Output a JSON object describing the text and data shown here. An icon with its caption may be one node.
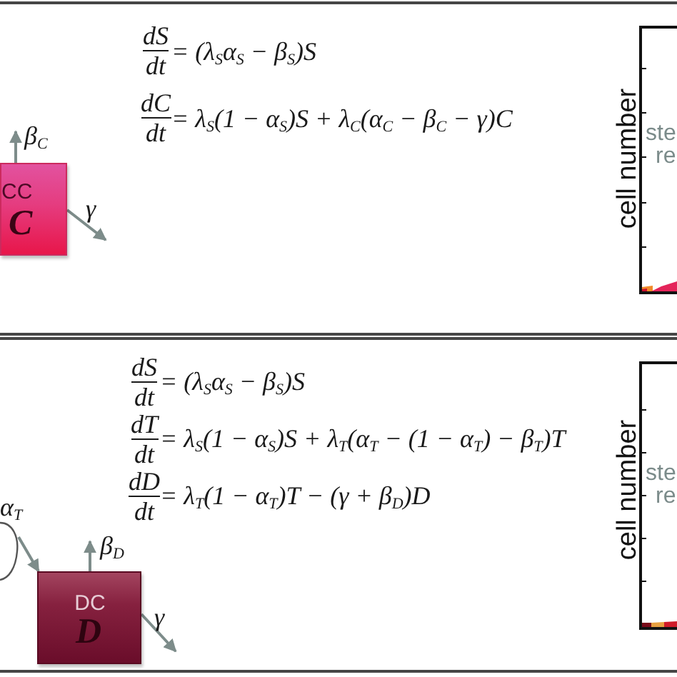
{
  "diagram": {
    "nodes": [
      {
        "text": [],
        "shape": "box"
      },
      {
        "text": [
          "CC",
          "C"
        ],
        "in": 0
      },
      {
        "text": [],
        "shape": "box"
      },
      {
        "text": [
          "DC",
          "D"
        ],
        "in": 2
      }
    ],
    "edges": [
      {
        "from": 1,
        "to": null,
        "arrow": "to",
        "label": "β$_{C}$"
      },
      {
        "from": 1,
        "to": null,
        "arrow": "to",
        "label": "γ"
      },
      {
        "from": null,
        "to": 3,
        "arrow": "to"
      },
      {
        "from": 3,
        "to": null,
        "arrow": "to",
        "label": "β$_{D}$"
      },
      {
        "from": 3,
        "to": null,
        "arrow": "to",
        "label": "γ"
      }
    ],
    "labels": [
      "dS",
      "dt",
      "= (λ$_{S}$α$_{S}$ − β$_{S}$)S",
      "dC",
      "dt",
      "= λ$_{S}$(1 − α$_{S}$)S + λ$_{C}$(α$_{C}$ − β$_{C}$ − γ)C",
      "cell number",
      "ste",
      "re",
      "α$_{T}$",
      "dS",
      "dt",
      "= (λ$_{S}$α$_{S}$ − β$_{S}$)S",
      "dT",
      "dt",
      "= λ$_{S}$(1 − α$_{S}$)S + λ$_{T}$(α$_{T}$ − (1 − α$_{T}$) − β$_{T}$)T",
      "dD",
      "dt",
      "= λ$_{T}$(1 − α$_{T}$)T − (γ + β$_{D}$)D",
      "cell number",
      "ste",
      "re"
    ]
  }
}
